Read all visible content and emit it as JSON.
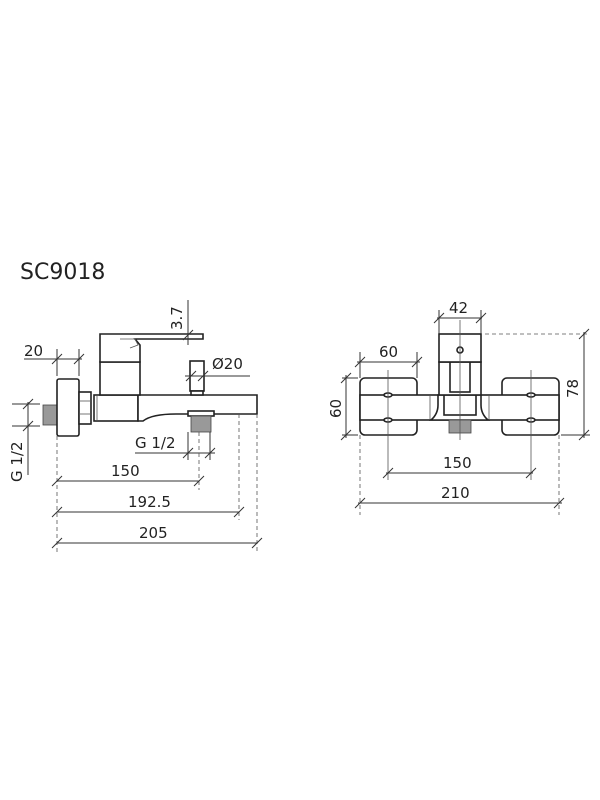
{
  "title": "SC9018",
  "side_view": {
    "dimensions": {
      "lever_thickness": "3.7",
      "inlet_width": "20",
      "diverter_diameter": "Ø20",
      "inlet_thread": "G 1/2",
      "outlet_thread": "G 1/2",
      "outlet_distance": "150",
      "spout_tip_distance": "192.5",
      "total_length": "205"
    }
  },
  "front_view": {
    "dimensions": {
      "body_width": "42",
      "flange_width": "60",
      "flange_height": "60",
      "total_height": "78",
      "centers_distance": "150",
      "total_width": "210"
    }
  }
}
